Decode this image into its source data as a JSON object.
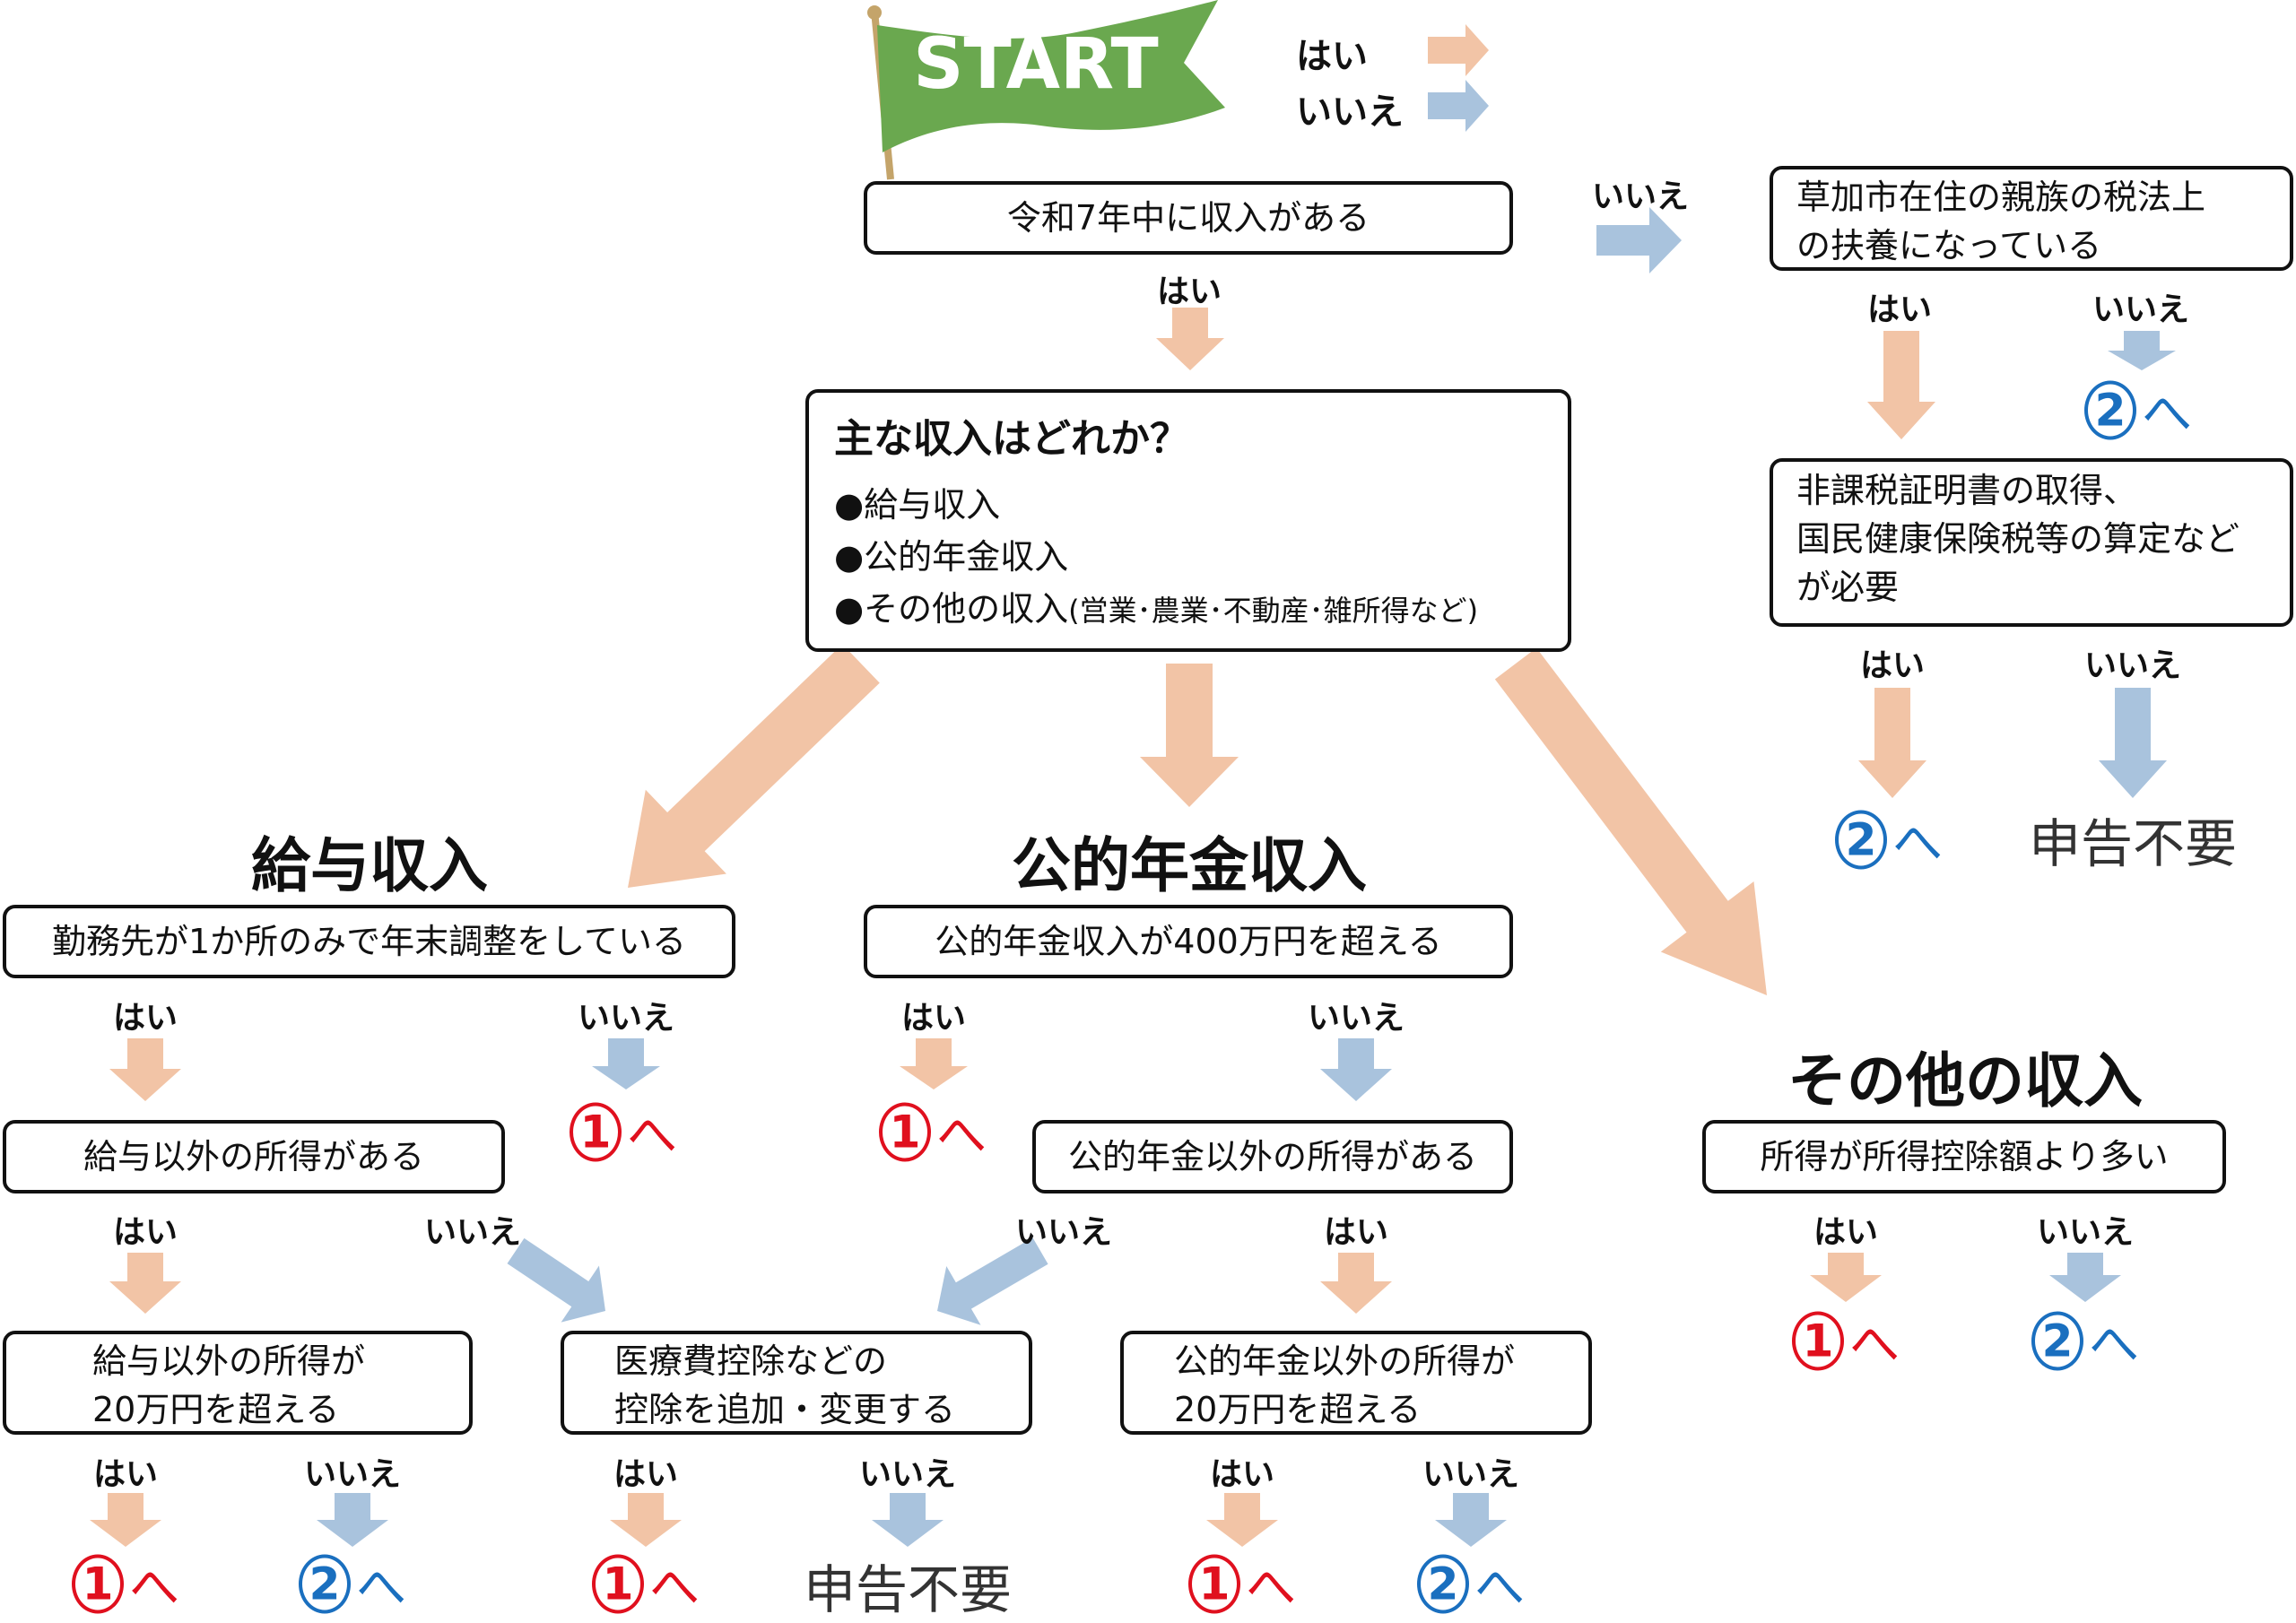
{
  "colors": {
    "yes": "#f2c4a6",
    "no": "#a9c3dd",
    "flag": "#6aa84f",
    "pole": "#c4a46a",
    "go1": "#e0101e",
    "go2": "#1a6fbf"
  },
  "start": {
    "label": "START"
  },
  "legend": {
    "yes": "はい",
    "no": "いいえ"
  },
  "labels": {
    "yes": "はい",
    "no": "いいえ"
  },
  "q_income": "令和7年中に収入がある",
  "q_dependent": {
    "line1": "草加市在住の親族の税法上",
    "line2": "の扶養になっている"
  },
  "q_certificate": {
    "line1": "非課税証明書の取得、",
    "line2": "国民健康保険税等の算定など",
    "line3": "が必要"
  },
  "q_main": {
    "title": "主な収入はどれか？",
    "items": [
      "●給与収入",
      "●公的年金収入",
      "●その他の収入"
    ],
    "note": "(営業･農業･不動産･雑所得など)"
  },
  "sections": {
    "salary": "給与収入",
    "pension": "公的年金収入",
    "other": "その他の収入"
  },
  "salary": {
    "q1": "勤務先が1か所のみで年末調整をしている",
    "q2": "給与以外の所得がある",
    "q3": {
      "line1": "給与以外の所得が",
      "line2": "20万円を超える"
    }
  },
  "pension": {
    "q1": "公的年金収入が400万円を超える",
    "q2": "公的年金以外の所得がある",
    "q3": {
      "line1": "公的年金以外の所得が",
      "line2": "20万円を超える"
    }
  },
  "medical": {
    "line1": "医療費控除などの",
    "line2": "控除を追加・変更する"
  },
  "other": {
    "q1": "所得が所得控除額より多い"
  },
  "outcomes": {
    "go1_num": "1",
    "go2_num": "2",
    "to": "へ",
    "no_need": "申告不要"
  }
}
